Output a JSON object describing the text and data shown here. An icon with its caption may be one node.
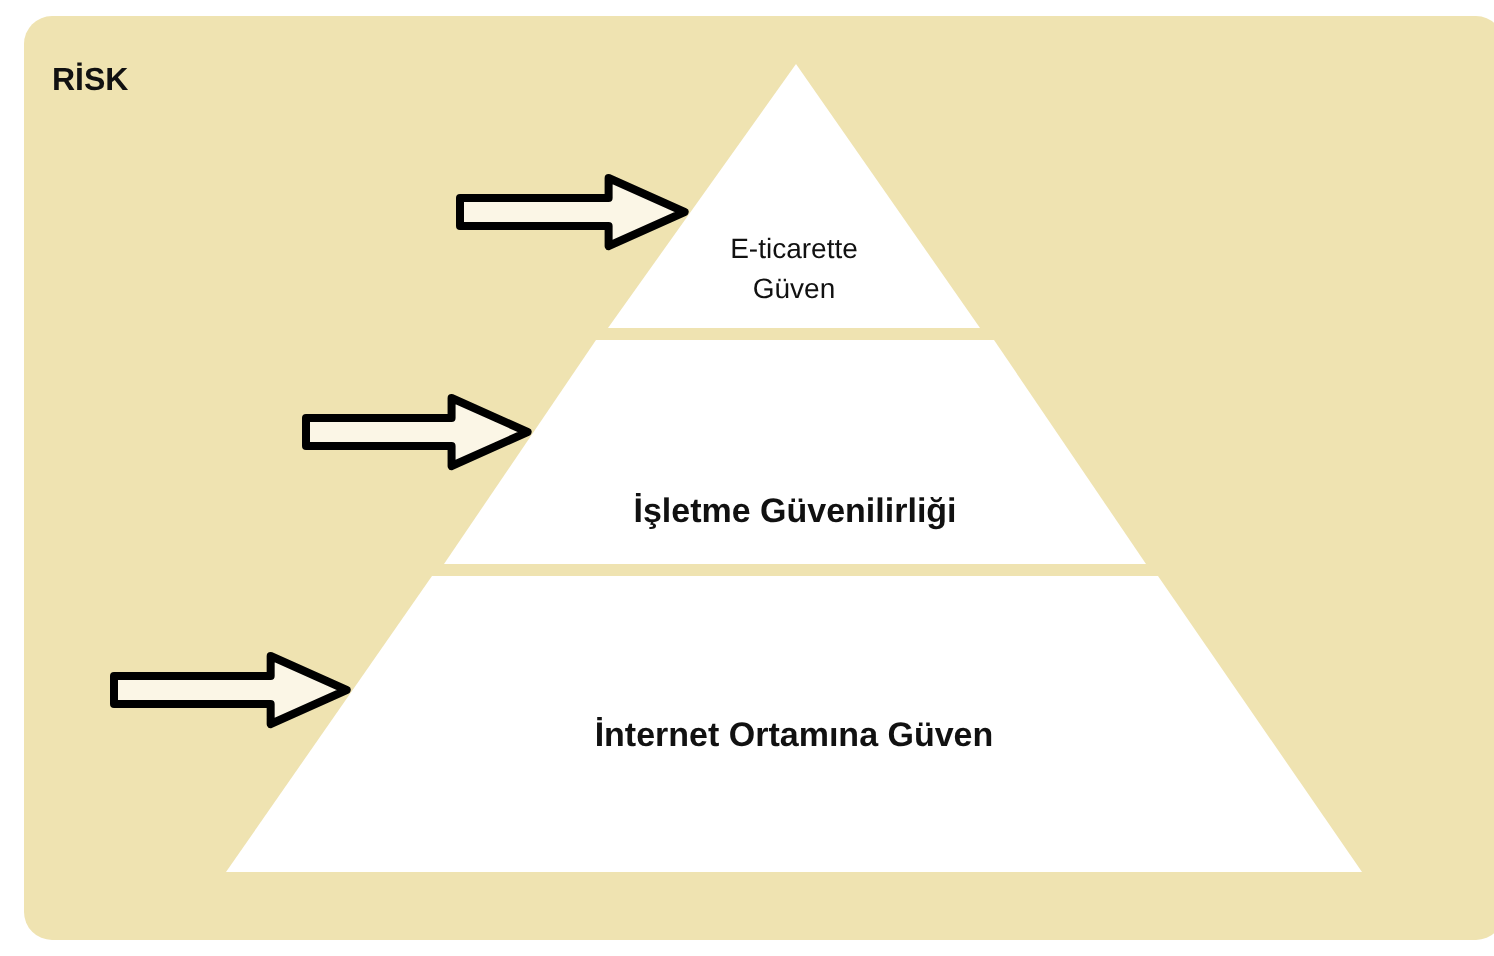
{
  "diagram": {
    "nodes": [
      {
        "text": [
          "RİSK"
        ]
      },
      {
        "text": [
          "E-ticarette Güven"
        ],
        "in": 0
      },
      {
        "text": [
          "İşletme Güvenilirliği"
        ],
        "in": 0
      },
      {
        "text": [
          "İnternet Ortamına Güven"
        ],
        "in": 0
      }
    ],
    "edges": [
      {
        "from": null,
        "to": 1,
        "arrow": "to"
      },
      {
        "from": null,
        "to": 2,
        "arrow": "to"
      },
      {
        "from": null,
        "to": 3,
        "arrow": "to"
      }
    ]
  }
}
